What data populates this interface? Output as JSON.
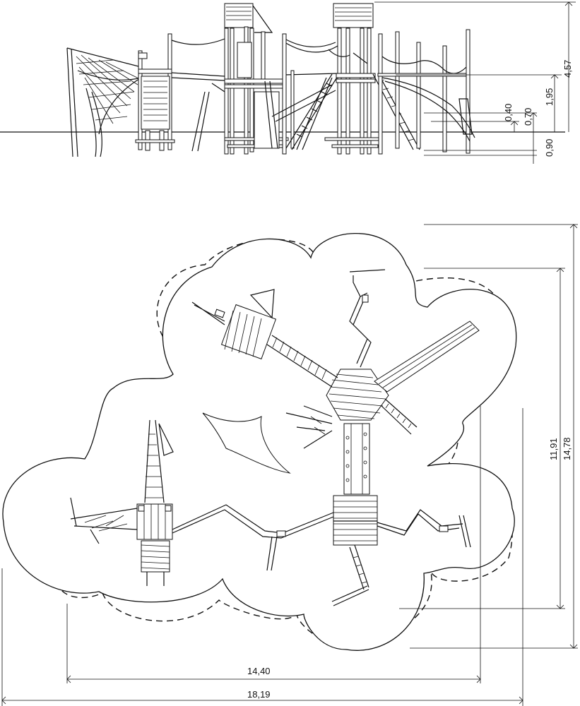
{
  "elevation": {
    "dimensions": {
      "total_height": "4,57",
      "platform_high": "1,95",
      "platform_mid": "0,70",
      "platform_low": "0,40",
      "foundation_depth": "0,90"
    }
  },
  "plan": {
    "dimensions": {
      "inner_depth": "11,91",
      "outer_depth": "14,78",
      "inner_width": "14,40",
      "outer_width": "18,19"
    }
  }
}
